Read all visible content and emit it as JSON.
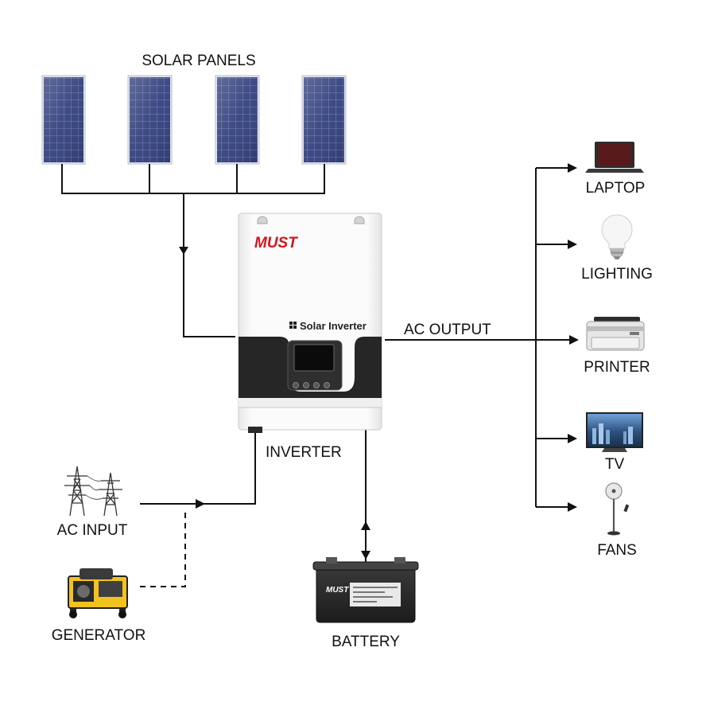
{
  "labels": {
    "solar_panels": "SOLAR PANELS",
    "ac_output": "AC OUTPUT",
    "inverter": "INVERTER",
    "ac_input": "AC INPUT",
    "generator": "GENERATOR",
    "battery": "BATTERY",
    "laptop": "LAPTOP",
    "lighting": "LIGHTING",
    "printer": "PRINTER",
    "tv": "TV",
    "fans": "FANS"
  },
  "inverter_device": {
    "brand": "MUST",
    "model_text": "Solar Inverter"
  },
  "battery_device": {
    "brand": "MUST"
  },
  "colors": {
    "brand_red": "#d0161d",
    "panel_blue": "#34417d",
    "wire": "#111111",
    "inverter_dark": "#262626"
  }
}
